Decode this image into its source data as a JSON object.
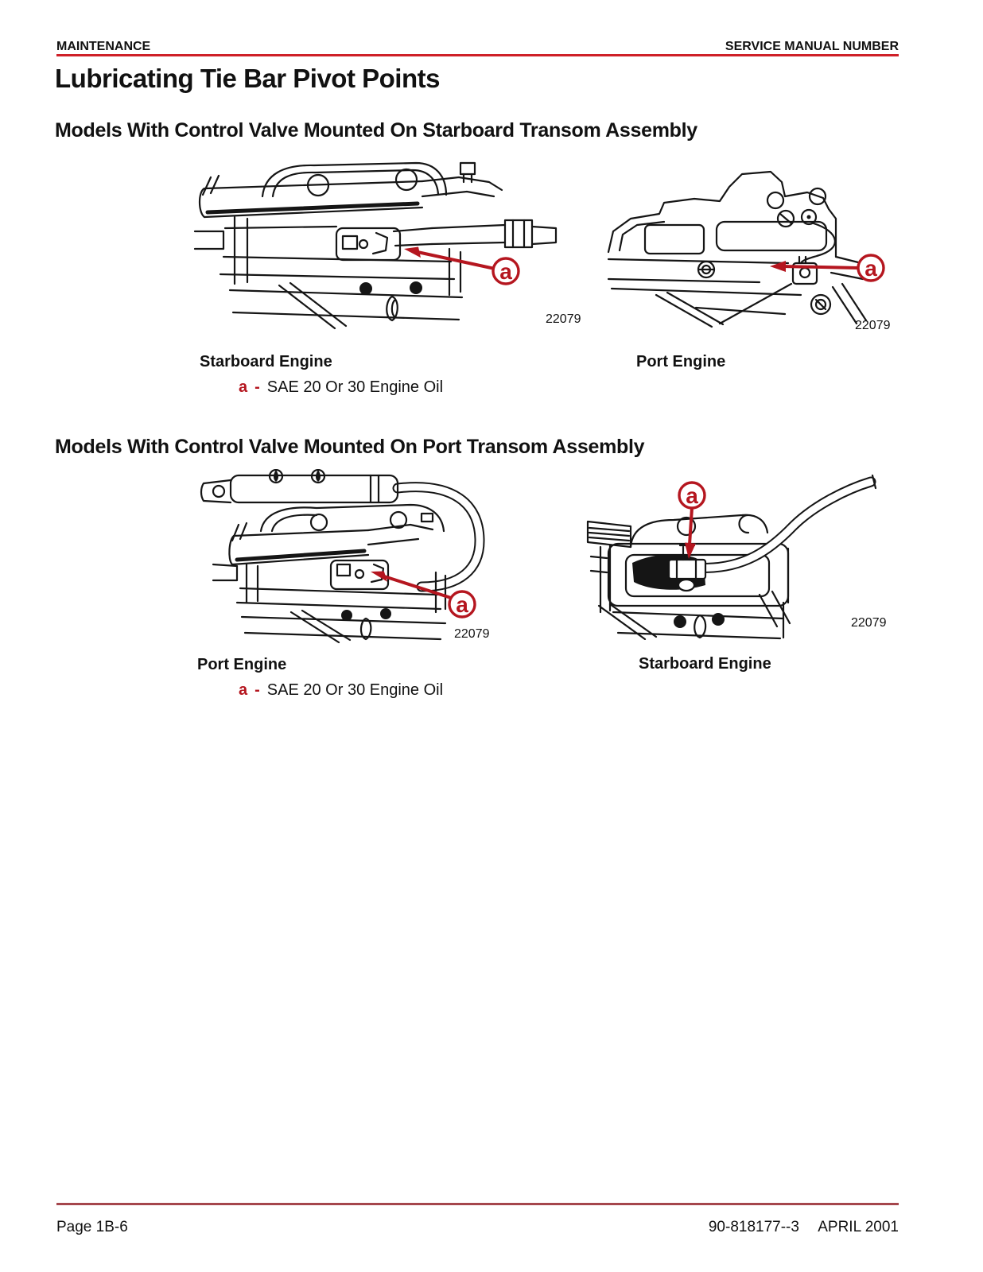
{
  "header": {
    "left": "MAINTENANCE",
    "right": "SERVICE MANUAL NUMBER"
  },
  "title": "Lubricating Tie Bar Pivot Points",
  "sections": [
    {
      "heading": "Models With Control Valve Mounted On Starboard Transom Assembly",
      "figures": [
        {
          "caption": "Starboard Engine",
          "fig_number": "22079",
          "callout_letter": "a"
        },
        {
          "caption": "Port Engine",
          "fig_number": "22079",
          "callout_letter": "a"
        }
      ],
      "legend": {
        "key": "a",
        "dash": "-",
        "text": "SAE 20 Or 30 Engine Oil"
      }
    },
    {
      "heading": "Models With Control Valve Mounted On Port Transom Assembly",
      "figures": [
        {
          "caption": "Port Engine",
          "fig_number": "22079",
          "callout_letter": "a"
        },
        {
          "caption": "Starboard Engine",
          "fig_number": "22079",
          "callout_letter": "a"
        }
      ],
      "legend": {
        "key": "a",
        "dash": "-",
        "text": "SAE 20 Or 30 Engine Oil"
      }
    }
  ],
  "footer": {
    "left": "Page 1B-6",
    "doc_number": "90-818177--3",
    "date": "APRIL 2001"
  },
  "colors": {
    "header_rule": "#cf2028",
    "footer_rule": "#a5464c",
    "callout_red": "#b5161f",
    "ink": "#151515"
  }
}
